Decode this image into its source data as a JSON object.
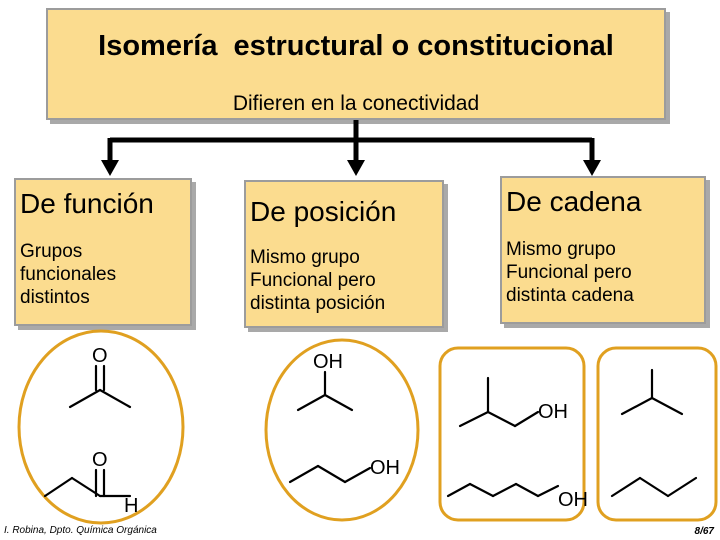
{
  "title": "Isomería  estructural o constitucional",
  "subtitle": "Difieren en la conectividad",
  "categories": [
    {
      "title": "De función",
      "description": "Grupos\nfuncionales\ndistintos"
    },
    {
      "title": "De posición",
      "description": "Mismo grupo\nFuncional pero\ndistinta posición"
    },
    {
      "title": "De cadena",
      "description": "Mismo grupo\nFuncional pero\ndistinta cadena"
    }
  ],
  "atom_labels": {
    "oxygen": "O",
    "hydrogen": "H",
    "hydroxyl": "OH"
  },
  "footer": {
    "author": "I. Robina,  Dpto. Química Orgánica",
    "page": "8/67"
  },
  "colors": {
    "box_fill": "#fbdc8f",
    "circle_outline": "#e0a020"
  }
}
